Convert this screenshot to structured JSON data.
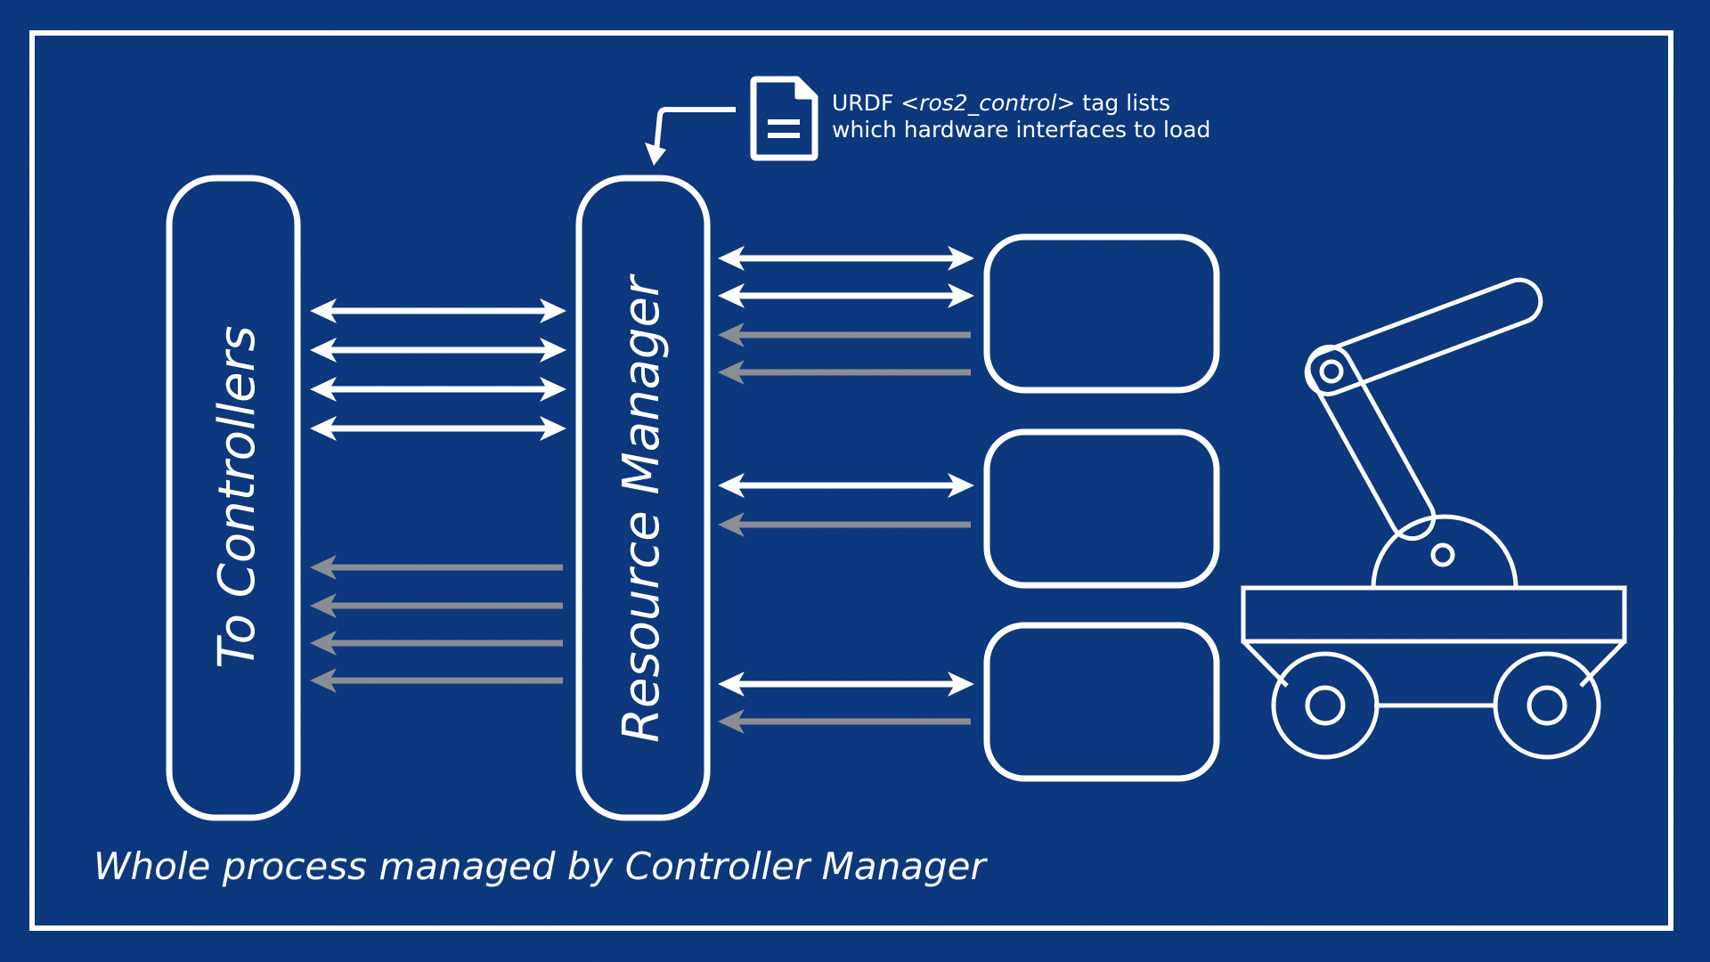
{
  "urdf_note": {
    "line1_prefix": "URDF ",
    "line1_tag": "<ros2_control>",
    "line1_suffix": " tag lists",
    "line2": "which hardware interfaces to load"
  },
  "to_controllers_label": "To Controllers",
  "resource_manager_label": "Resource Manager",
  "footer": "Whole process managed by Controller Manager",
  "colors": {
    "background": "#0d3a82",
    "line": "#ffffff",
    "state_arrow": "#8a8d93"
  },
  "icons": [
    "document-icon",
    "robot-arm-cart-icon"
  ]
}
